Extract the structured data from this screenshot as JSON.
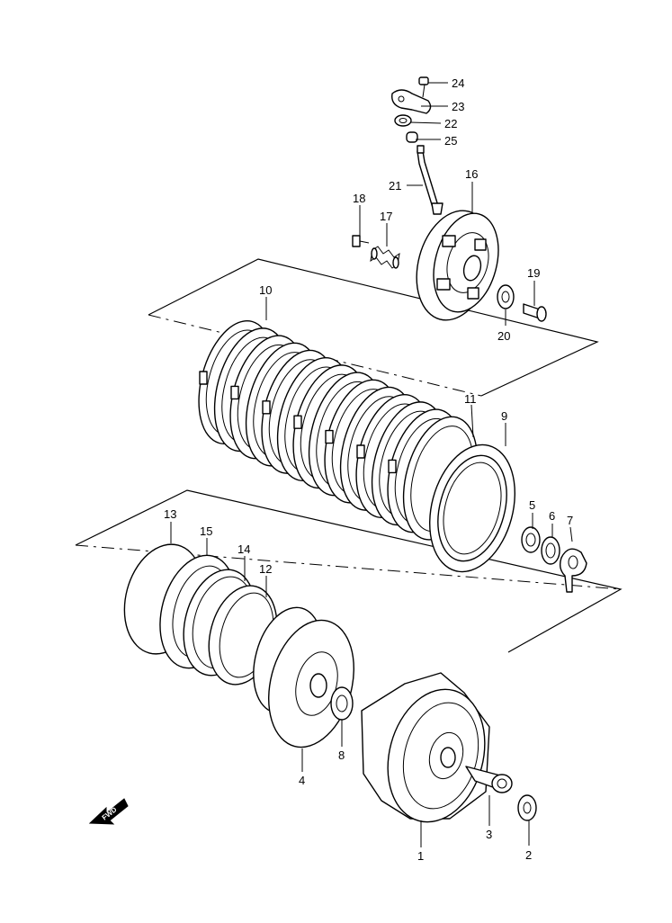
{
  "fwd_label": "FWD",
  "callouts": {
    "c1": "1",
    "c2": "2",
    "c3": "3",
    "c4": "4",
    "c5": "5",
    "c6": "6",
    "c7": "7",
    "c8": "8",
    "c9": "9",
    "c10": "10",
    "c11": "11",
    "c12": "12",
    "c13": "13",
    "c14": "14",
    "c15": "15",
    "c16": "16",
    "c17": "17",
    "c18": "18",
    "c19": "19",
    "c20": "20",
    "c21": "21",
    "c22": "22",
    "c23": "23",
    "c24": "24",
    "c25": "25"
  }
}
